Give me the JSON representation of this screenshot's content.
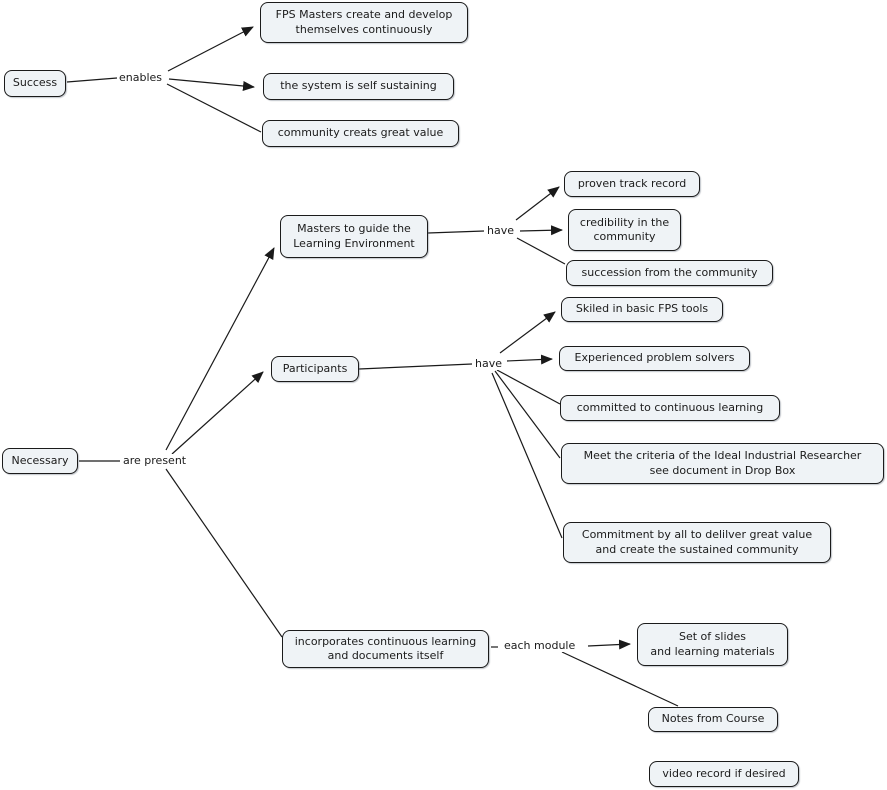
{
  "style": {
    "background": "#ffffff",
    "node_fill": "#eff3f6",
    "node_border": "#1b1b1b",
    "text_color": "#1b1b1b",
    "line_color": "#1a1a1a"
  },
  "nodes": {
    "success": "Success",
    "fps_masters": "FPS Masters create and develop\nthemselves continuously",
    "self_sustaining": "the system is self sustaining",
    "community_value": "community creats great value",
    "necessary": "Necessary",
    "masters_guide": "Masters to guide the\nLearning Environment",
    "proven_track": "proven track record",
    "credibility": "credibility in the\ncommunity",
    "succession": "succession from the community",
    "participants": "Participants",
    "skiled": "Skiled in basic FPS tools",
    "experienced": "Experienced problem solvers",
    "committed": "committed to continuous learning",
    "meet_criteria": "Meet the criteria of the Ideal Industrial Researcher\nsee document in Drop Box",
    "commitment": "Commitment by all to delilver great value\nand create the sustained community",
    "incorporates": "incorporates continuous learning\nand documents itself",
    "set_slides": "Set of slides\nand learning materials",
    "notes_course": "Notes from Course",
    "video_record": "video record if desired"
  },
  "links": {
    "enables": "enables",
    "have_masters": "have",
    "have_participants": "have",
    "are_present": "are present",
    "each_module": "each module"
  }
}
